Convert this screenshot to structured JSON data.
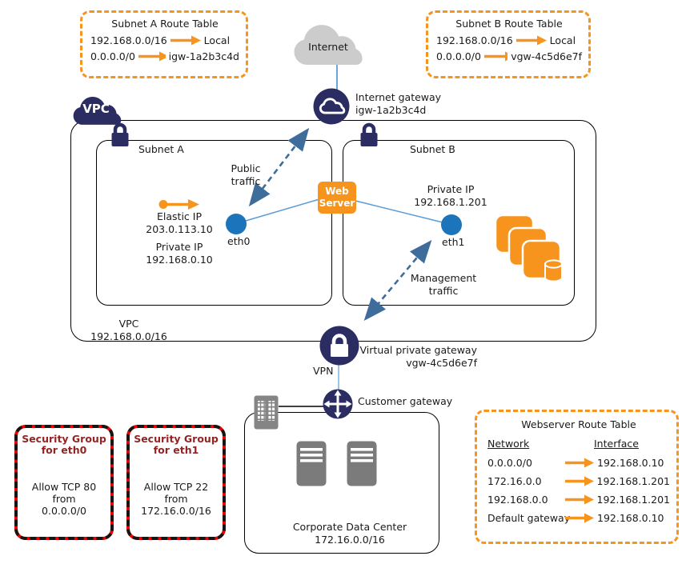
{
  "colors": {
    "orange": "#F7941D",
    "navy": "#2B2C61",
    "eth_blue": "#1C74BB",
    "connector_blue": "#5B9BD5",
    "traffic_arrow_blue": "#3E6D9C",
    "security_red": "#EE0000",
    "security_text_red": "#932424",
    "icon_gray": "#7B7B7B",
    "cloud_gray": "#CCCCCC"
  },
  "route_table_a": {
    "title": "Subnet A Route Table",
    "rows": [
      {
        "network": "192.168.0.0/16",
        "target": "Local"
      },
      {
        "network": "0.0.0.0/0",
        "target": "igw-1a2b3c4d"
      }
    ]
  },
  "route_table_b": {
    "title": "Subnet B Route Table",
    "rows": [
      {
        "network": "192.168.0.0/16",
        "target": "Local"
      },
      {
        "network": "0.0.0.0/0",
        "target": "vgw-4c5d6e7f"
      }
    ]
  },
  "internet": {
    "label": "Internet"
  },
  "internet_gateway": {
    "label": "Internet gateway",
    "id": "igw-1a2b3c4d"
  },
  "vpc": {
    "icon_label": "VPC",
    "label": "VPC",
    "cidr": "192.168.0.0/16"
  },
  "subnet_a": {
    "label": "Subnet A"
  },
  "subnet_b": {
    "label": "Subnet B"
  },
  "public_traffic": {
    "line1": "Public",
    "line2": "traffic"
  },
  "management_traffic": {
    "line1": "Management",
    "line2": "traffic"
  },
  "elastic_ip": {
    "label": "Elastic IP",
    "value": "203.0.113.10"
  },
  "eth0": {
    "label": "eth0",
    "ip_label": "Private IP",
    "ip": "192.168.0.10"
  },
  "eth1": {
    "label": "eth1",
    "ip_label": "Private IP",
    "ip": "192.168.1.201"
  },
  "web_server": {
    "line1": "Web",
    "line2": "Server"
  },
  "vgw": {
    "label": "Virtual private gateway",
    "id": "vgw-4c5d6e7f"
  },
  "vpn_label": "VPN",
  "customer_gateway": {
    "label": "Customer gateway"
  },
  "corp_dc": {
    "label": "Corporate Data Center",
    "cidr": "172.16.0.0/16"
  },
  "security_groups": [
    {
      "title_line1": "Security Group",
      "title_line2": "for eth0",
      "rule_line1": "Allow TCP 80",
      "rule_line2": "from",
      "rule_line3": "0.0.0.0/0"
    },
    {
      "title_line1": "Security Group",
      "title_line2": "for eth1",
      "rule_line1": "Allow TCP 22",
      "rule_line2": "from",
      "rule_line3": "172.16.0.0/16"
    }
  ],
  "webserver_route_table": {
    "title": "Webserver Route Table",
    "col_network": "Network",
    "col_interface": "Interface",
    "rows": [
      {
        "network": "0.0.0.0/0",
        "interface": "192.168.0.10"
      },
      {
        "network": "172.16.0.0",
        "interface": "192.168.1.201"
      },
      {
        "network": "192.168.0.0",
        "interface": "192.168.1.201"
      },
      {
        "network": "Default gateway",
        "interface": "192.168.0.10"
      }
    ]
  }
}
